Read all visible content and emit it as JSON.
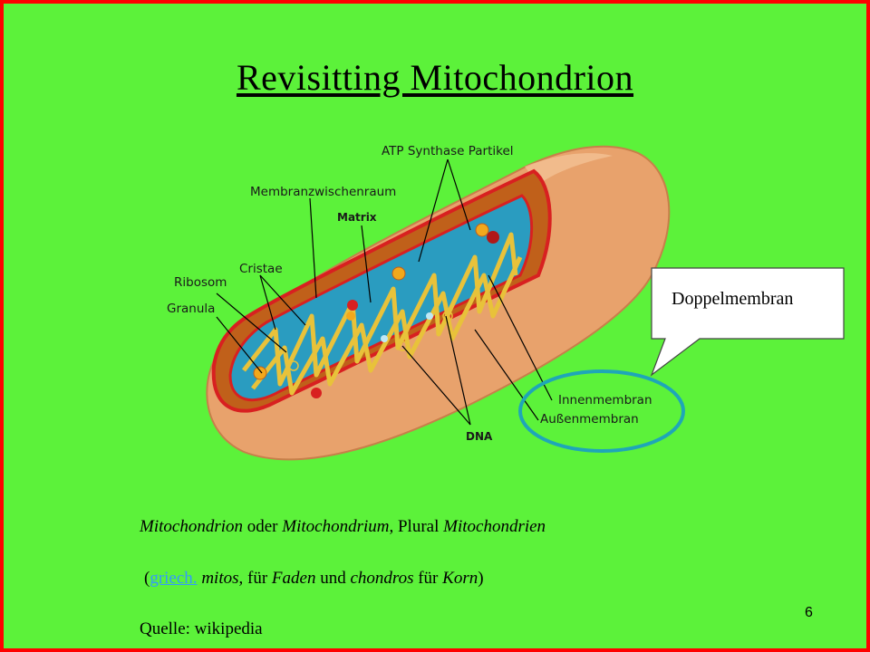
{
  "slide": {
    "title": "Revisitting Mitochondrion",
    "page_number": "6"
  },
  "diagram": {
    "labels": {
      "atp": "ATP Synthase Partikel",
      "membranzwischenraum": "Membranzwischenraum",
      "matrix": "Matrix",
      "cristae": "Cristae",
      "ribosom": "Ribosom",
      "granula": "Granula",
      "innenmembran": "Innenmembran",
      "aussenmembran": "Außenmembran",
      "dna": "DNA"
    },
    "callout": "Doppelmembran",
    "colors": {
      "background": "#5cf23a",
      "border": "#ff0000",
      "outer_membrane": "#e8a26c",
      "inner_membrane": "#d82020",
      "matrix": "#2a9cc0",
      "cristae": "#e8c23a",
      "highlight_ellipse": "#1fa6b8"
    }
  },
  "caption": {
    "line1": {
      "w1": "Mitochondrion",
      "t1": " oder ",
      "w2": "Mitochondrium",
      "t2": ", Plural ",
      "w3": "Mitochondrien"
    },
    "line2": {
      "open": "(",
      "link": "griech.",
      "t1": " ",
      "w1": "mitos",
      "t2": ", für ",
      "w2": "Faden",
      "t3": " und ",
      "w3": "chondros",
      "t4": " für ",
      "w4": "Korn",
      "close": ")"
    },
    "line3": "Quelle: wikipedia"
  }
}
